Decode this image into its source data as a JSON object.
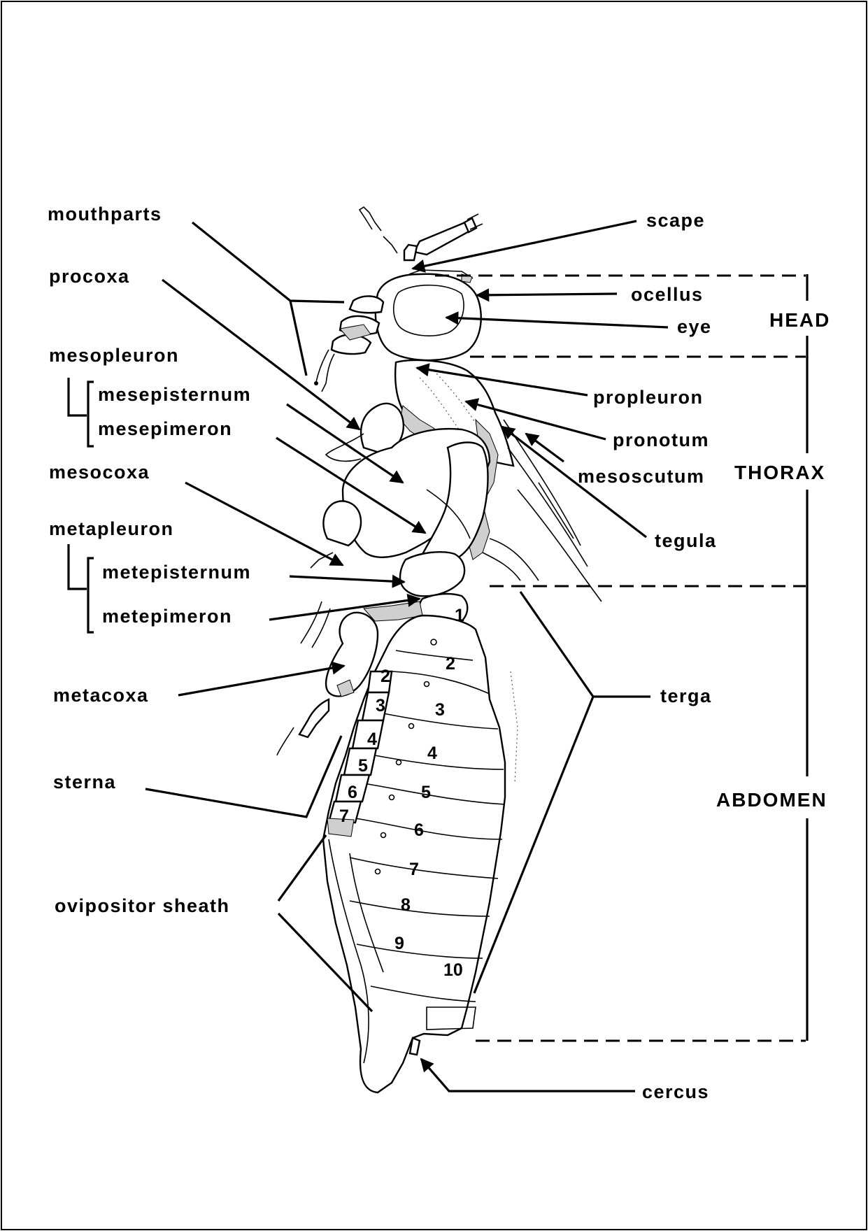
{
  "labels": {
    "mouthparts": "mouthparts",
    "procoxa": "procoxa",
    "mesopleuron": "mesopleuron",
    "mesepisternum": "mesepisternum",
    "mesepimeron": "mesepimeron",
    "mesocoxa": "mesocoxa",
    "metapleuron": "metapleuron",
    "metepisternum": "metepisternum",
    "metepimeron": "metepimeron",
    "metacoxa": "metacoxa",
    "sterna": "sterna",
    "ovipositor_sheath": "ovipositor sheath",
    "scape": "scape",
    "ocellus": "ocellus",
    "eye": "eye",
    "propleuron": "propleuron",
    "pronotum": "pronotum",
    "mesoscutum": "mesoscutum",
    "tegula": "tegula",
    "terga": "terga",
    "cercus": "cercus"
  },
  "regions": {
    "head": "HEAD",
    "thorax": "THORAX",
    "abdomen": "ABDOMEN"
  },
  "terga_numbers": [
    "1",
    "2",
    "3",
    "4",
    "5",
    "6",
    "7",
    "8",
    "9",
    "10"
  ],
  "sterna_numbers": [
    "2",
    "3",
    "4",
    "5",
    "6",
    "7"
  ]
}
